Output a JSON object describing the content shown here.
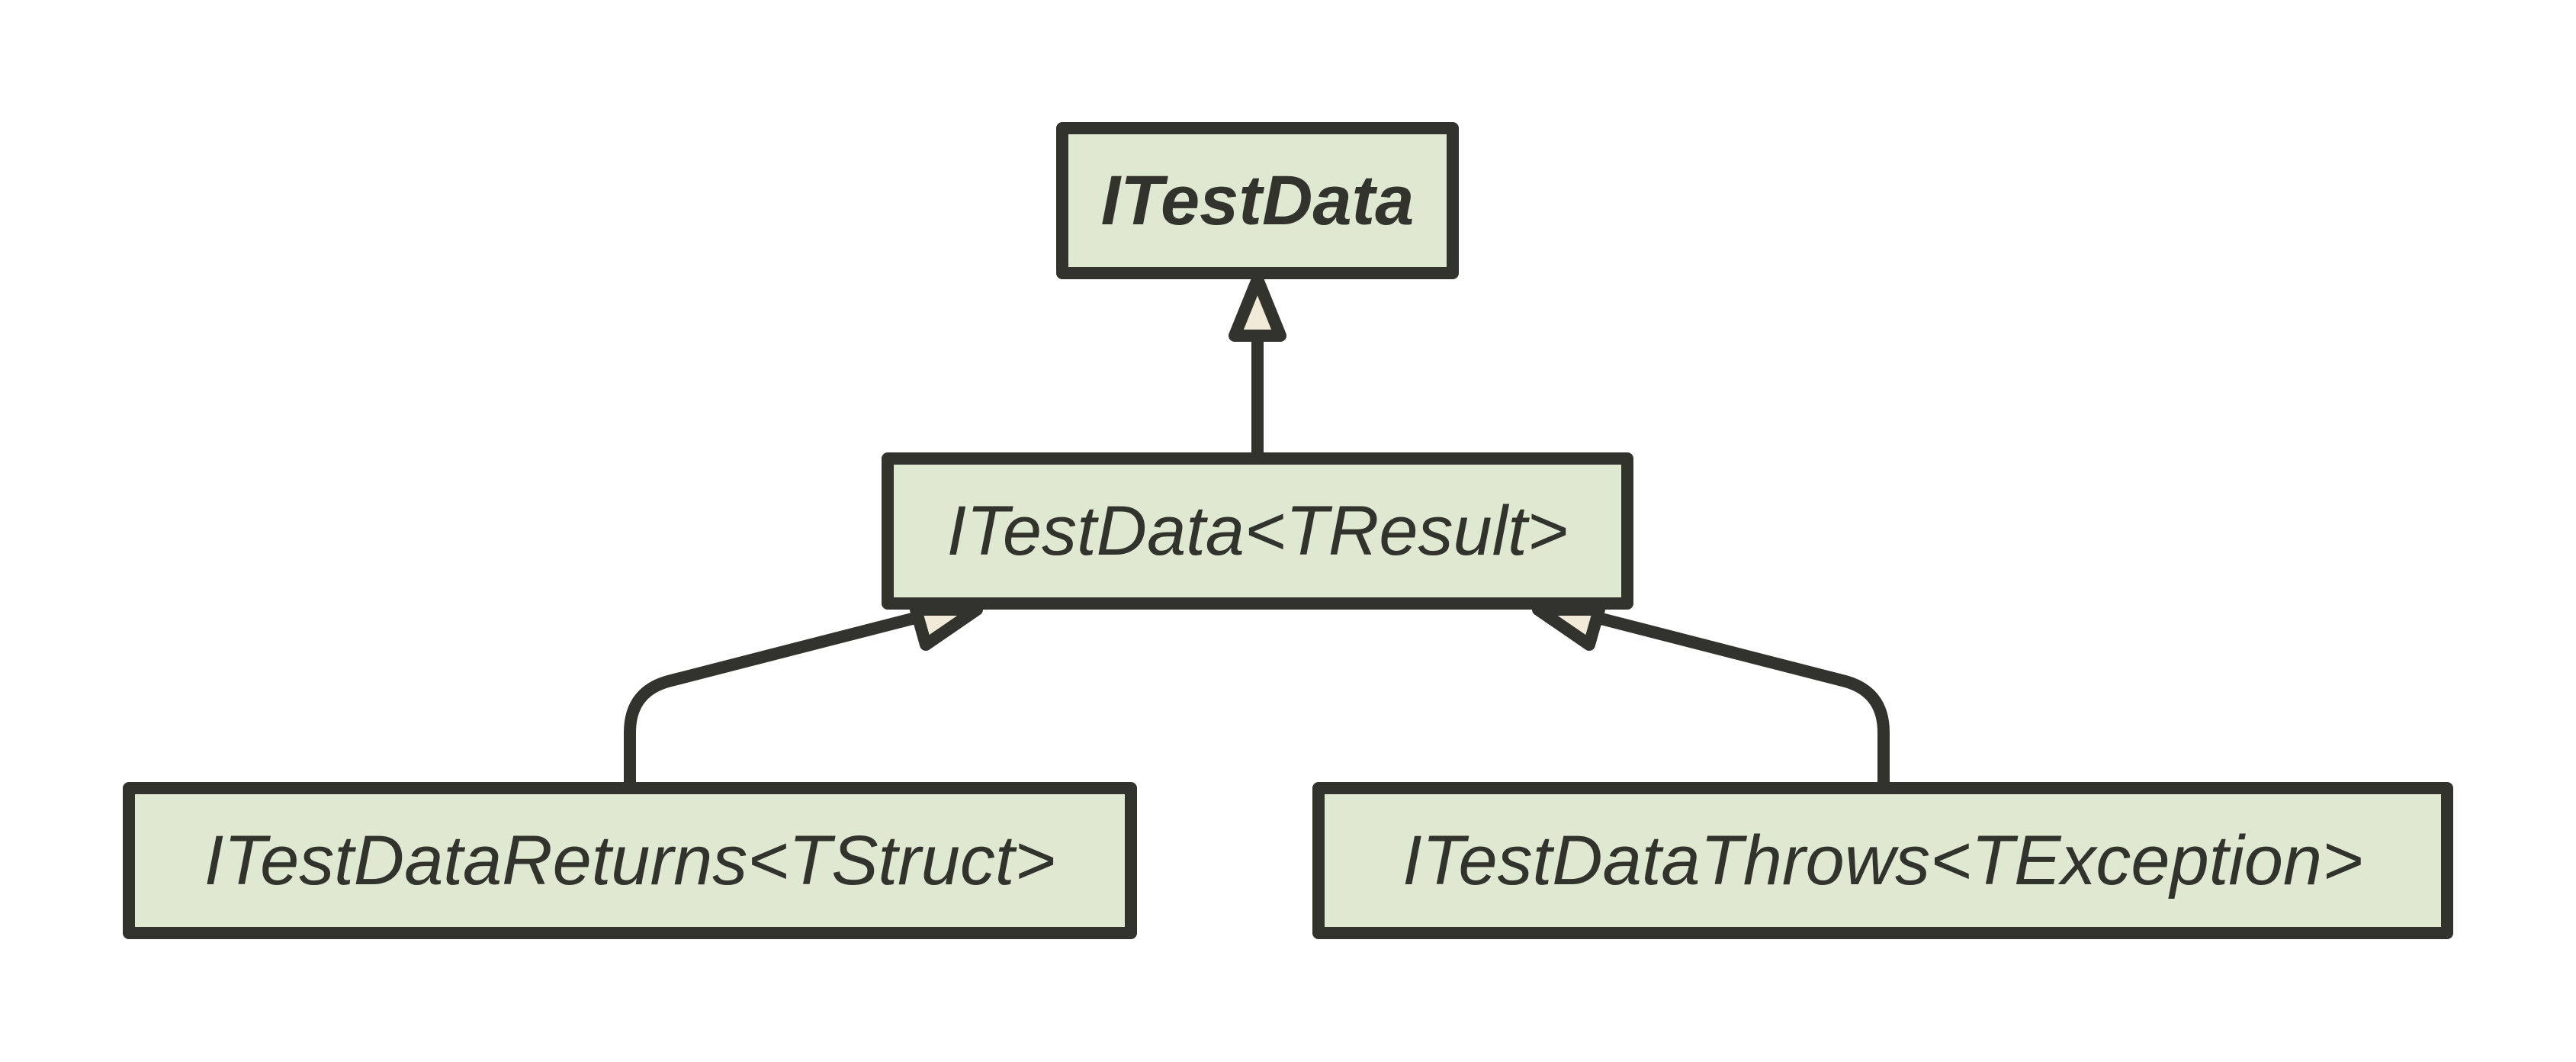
{
  "diagram": {
    "type": "class-inheritance",
    "nodes": [
      {
        "id": "root",
        "label": "ITestData"
      },
      {
        "id": "generic",
        "label": "ITestData<TResult>"
      },
      {
        "id": "returns",
        "label": "ITestDataReturns<TStruct>"
      },
      {
        "id": "throws",
        "label": "ITestDataThrows<TException>"
      }
    ],
    "edges": [
      {
        "from": "generic",
        "to": "root",
        "kind": "inheritance"
      },
      {
        "from": "returns",
        "to": "generic",
        "kind": "inheritance"
      },
      {
        "from": "throws",
        "to": "generic",
        "kind": "inheritance"
      }
    ]
  },
  "colors": {
    "node_fill": "#dfe8d1",
    "stroke": "#33332e",
    "arrowhead_fill": "#f2ead8",
    "background": "#ffffff"
  }
}
